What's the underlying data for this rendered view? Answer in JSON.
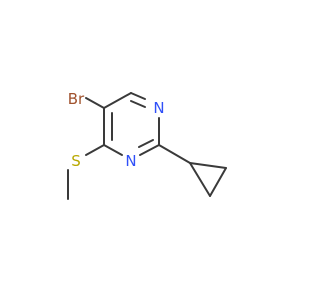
{
  "molecule": {
    "atoms": {
      "br": {
        "symbol": "Br",
        "color": "#a0522d"
      },
      "n1": {
        "symbol": "N",
        "color": "#3050f8"
      },
      "n3": {
        "symbol": "N",
        "color": "#3050f8"
      },
      "s": {
        "symbol": "S",
        "color": "#b8a800"
      }
    },
    "bond_color": "#3a3a3a"
  }
}
